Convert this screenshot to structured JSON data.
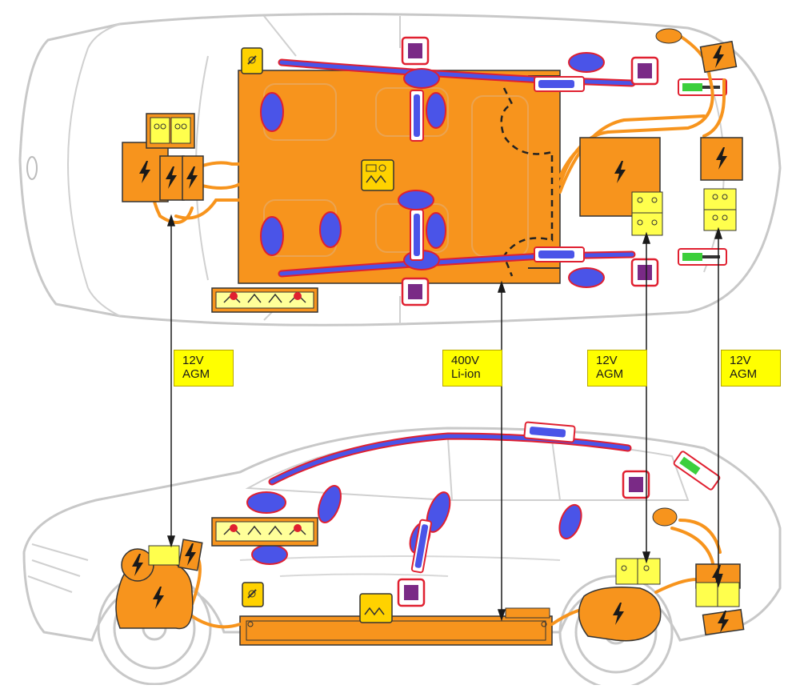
{
  "labels": {
    "front_battery": "12V\nAGM",
    "hv_battery": "400V\nLi-ion",
    "rear_battery_left": "12V\nAGM",
    "rear_battery_right": "12V\nAGM"
  },
  "colors": {
    "high_voltage_orange": "#f7941d",
    "airbag_blue": "#4a54e8",
    "airbag_outline": "#e02030",
    "sensor_purple": "#7a2a86",
    "label_yellow": "#ffff00",
    "gas_strut_green": "#3ccf3c",
    "car_outline": "#c8c8c8"
  },
  "icons": [
    "high-voltage-icon",
    "airbag-icon",
    "crash-sensor-icon",
    "seatbelt-pretensioner-icon",
    "gas-strut-icon",
    "battery-icon",
    "control-unit-icon",
    "high-voltage-disconnect-icon"
  ]
}
